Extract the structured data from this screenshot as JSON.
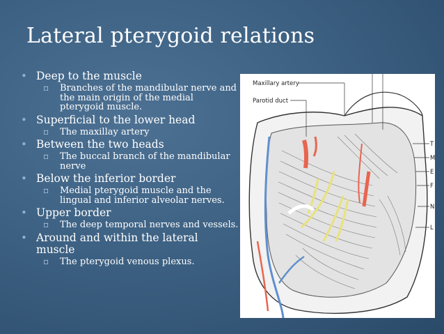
{
  "slide": {
    "title": "Lateral pterygoid relations",
    "bullets": [
      {
        "text": "Deep to the muscle",
        "sub": [
          "Branches of the mandibular nerve and the main origin of the medial pterygoid muscle."
        ]
      },
      {
        "text": "Superficial to the lower head",
        "sub": [
          "The maxillay artery"
        ]
      },
      {
        "text": "Between the two heads",
        "sub": [
          "The buccal branch of the mandibular nerve"
        ]
      },
      {
        "text": " Below the inferior border",
        "sub": [
          "Medial pterygoid muscle and the lingual and inferior alveolar nerves."
        ]
      },
      {
        "text": "Upper border",
        "sub": [
          "The deep temporal nerves and vessels."
        ]
      },
      {
        "text": "Around and within the lateral muscle",
        "sub": [
          "The pterygoid venous plexus."
        ]
      }
    ]
  },
  "figure": {
    "labels": {
      "maxillary_artery": "Maxillary artery",
      "parotid_duct": "Parotid duct"
    },
    "side_letters": [
      "T",
      "M",
      "E",
      "F",
      "N",
      "L"
    ],
    "colors": {
      "artery": "#e8654f",
      "vein": "#5f8fcf",
      "nerve": "#e9e27a",
      "bone": "#f4f4f4",
      "line": "#333333"
    }
  }
}
